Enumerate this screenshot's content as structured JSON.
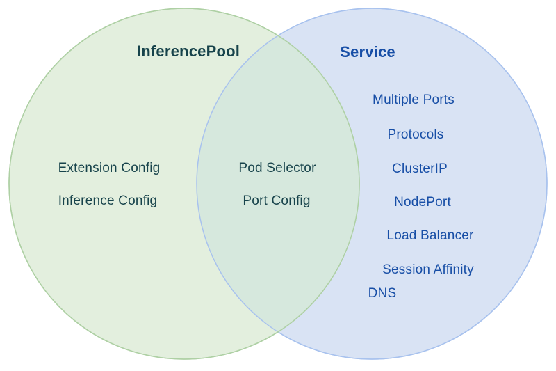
{
  "diagram": {
    "type": "venn",
    "left_circle": {
      "title": "InferencePool",
      "items": [
        "Extension Config",
        "Inference Config"
      ],
      "fill": "#e3efde",
      "stroke": "#aed0a4",
      "text_color": "#17434b"
    },
    "right_circle": {
      "title": "Service",
      "items": [
        "Multiple Ports",
        "Protocols",
        "ClusterIP",
        "NodePort",
        "Load Balancer",
        "Session Affinity",
        "DNS"
      ],
      "fill": "#d9e3f4",
      "stroke": "#a8c2ee",
      "text_color": "#174ea6"
    },
    "intersection": {
      "items": [
        "Pod Selector",
        "Port Config"
      ],
      "fill": "#d6e8dd"
    }
  }
}
